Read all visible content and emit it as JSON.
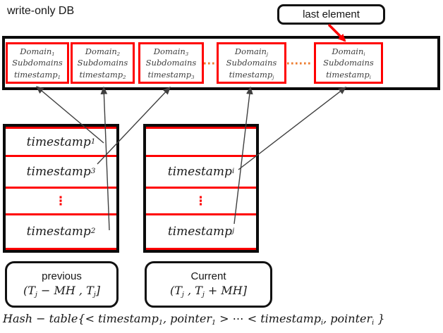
{
  "title": "write-only DB",
  "callout": {
    "label": "last element"
  },
  "colors": {
    "red": "#ff0000",
    "orange": "#ed7d31",
    "connector": "#3f3f3f",
    "border": "#111111"
  },
  "db_row": {
    "cells": [
      {
        "id": "1",
        "lines": [
          "Domain_{1}",
          "Subdomains",
          "timestamp_{1}"
        ]
      },
      {
        "id": "2",
        "lines": [
          "Domain_{2}",
          "Subdomains",
          "timestamp_{2}"
        ]
      },
      {
        "id": "3",
        "lines": [
          "Domain_{3}",
          "Subdomains",
          "timestamp_{3}"
        ]
      },
      {
        "id": "j",
        "lines": [
          "Domain_{j}",
          "Subdomains",
          "timestamp_{j}"
        ]
      },
      {
        "id": "i",
        "lines": [
          "Domain_{i}",
          "Subdomains",
          "timestamp_{i}"
        ]
      }
    ]
  },
  "tables": {
    "previous": {
      "rows": [
        "timestamp_{1}",
        "timestamp_{3}",
        "⋮",
        "timestamp_{2}"
      ]
    },
    "current": {
      "rows": [
        "",
        "timestamp_{i}",
        "⋮",
        "timestamp_{j}"
      ]
    }
  },
  "interval_boxes": {
    "previous": {
      "title": "previous",
      "range": "(T_{j}  − MH , T_{j}]"
    },
    "current": {
      "title": "Current",
      "range": "(T_{j} , T_{j} + MH]"
    }
  },
  "formula": "Hash − table{< timestamp_{1}, pointer_{1} > ⋯ < timestamp_{i}, pointer_{i} }"
}
